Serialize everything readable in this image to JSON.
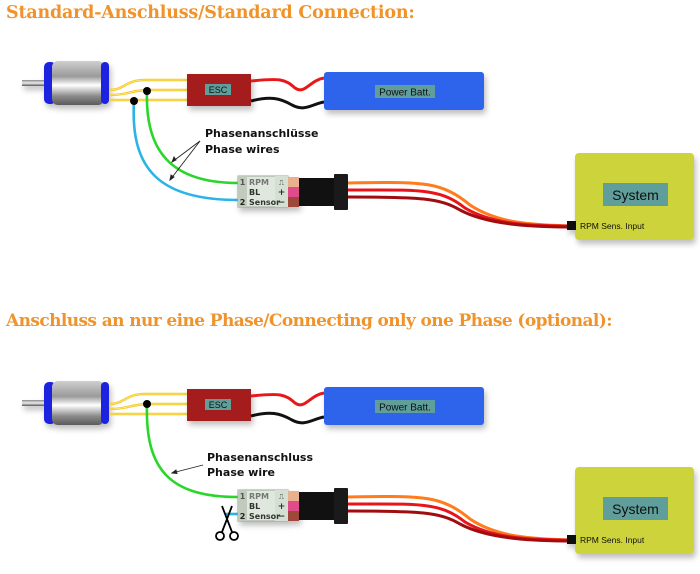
{
  "sections": [
    {
      "title": "Standard-Anschluss/Standard Connection:",
      "esc_label": "ESC",
      "battery_label": "Power Batt.",
      "callout_de": "Phasenanschlüsse",
      "callout_en": "Phase wires",
      "sensor": {
        "pin1": "1",
        "pin2": "2",
        "line1": "RPM",
        "line2": "BL",
        "line3": "Sensor",
        "pin_signal": "⎍",
        "pin_plus": "+",
        "pin_minus": "−"
      },
      "system_label": "System",
      "system_input_label": "RPM Sens. Input",
      "phase_wires_connected": 2
    },
    {
      "title": "Anschluss an nur eine Phase/Connecting only one Phase (optional):",
      "esc_label": "ESC",
      "battery_label": "Power Batt.",
      "callout_de": "Phasenanschluss",
      "callout_en": "Phase wire",
      "sensor": {
        "pin1": "1",
        "pin2": "2",
        "line1": "RPM",
        "line2": "BL",
        "line3": "Sensor",
        "pin_signal": "⎍",
        "pin_plus": "+",
        "pin_minus": "−"
      },
      "system_label": "System",
      "system_input_label": "RPM Sens. Input",
      "phase_wires_connected": 1,
      "cut_wire_icon": "scissors-icon"
    }
  ],
  "colors": {
    "heading": "#f0932b",
    "esc": "#a51c1c",
    "battery": "#2f63ec",
    "system": "#cdd33a",
    "label_bg": "#5f9e9a",
    "phase_wire_yellow": "#f5c518",
    "sensor_wire_green": "#2bd62b",
    "sensor_wire_blue": "#2ab4e6",
    "servo_orange": "#ff7b1c",
    "servo_red": "#e8141a"
  }
}
